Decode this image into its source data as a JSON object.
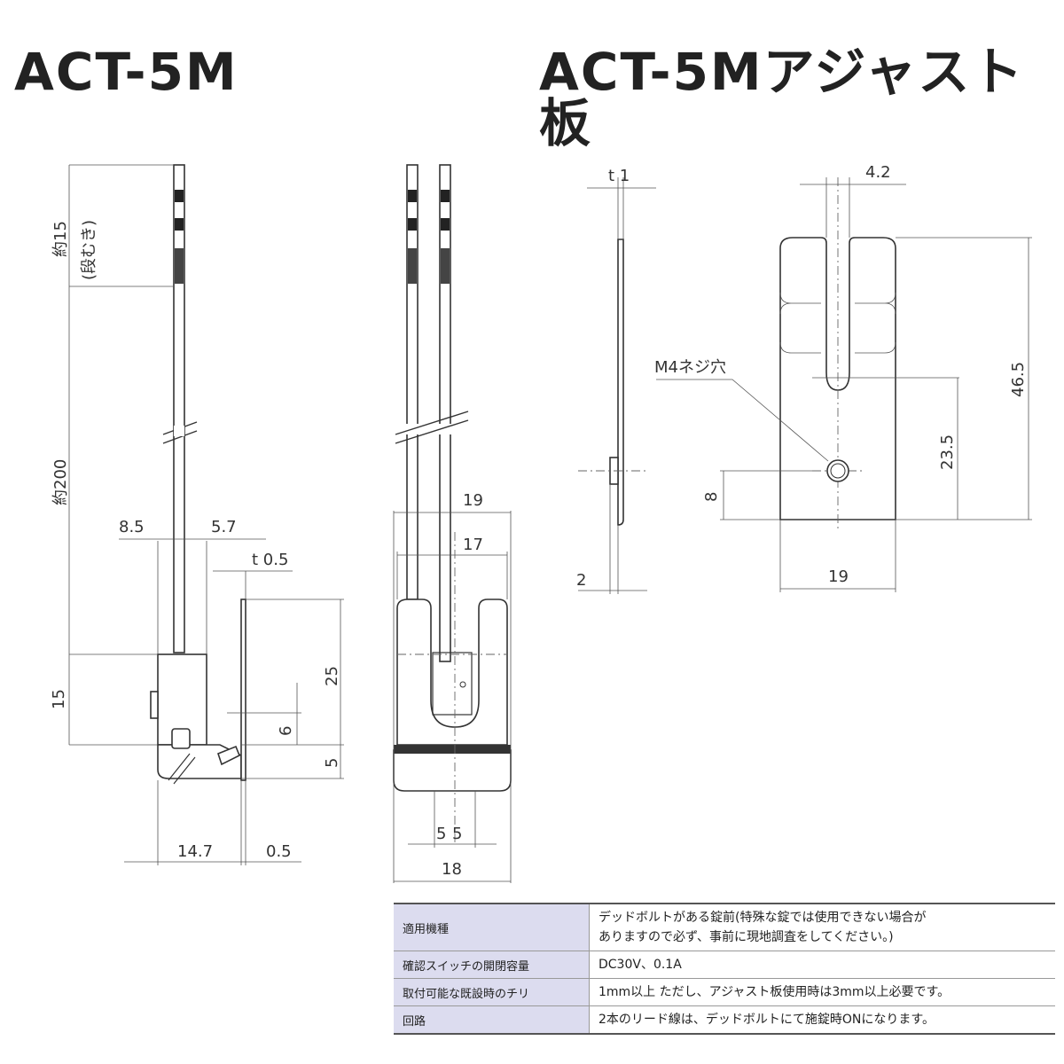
{
  "titles": {
    "left": "ACT-5M",
    "right": "ACT-5Mアジャスト板"
  },
  "dims_left": {
    "approx15": "約15",
    "stripped": "(段むき)",
    "approx200": "約200",
    "d8_5": "8.5",
    "d5_7": "5.7",
    "t0_5": "t 0.5",
    "d25": "25",
    "d15": "15",
    "d6": "6",
    "d5": "5",
    "d14_7": "14.7",
    "d0_5": "0.5"
  },
  "dims_front": {
    "d19": "19",
    "d17": "17",
    "d5a": "5",
    "d5b": "5",
    "d18": "18"
  },
  "dims_plate": {
    "t1": "t 1",
    "d2": "2",
    "d4_2": "4.2",
    "hole_label": "M4ネジ穴",
    "d46_5": "46.5",
    "d23_5": "23.5",
    "d8": "8",
    "d19": "19"
  },
  "spec_table": [
    {
      "label": "適用機種",
      "lines": [
        "デッドボルトがある錠前(特殊な錠では使用できない場合が",
        "ありますので必ず、事前に現地調査をしてください。)"
      ]
    },
    {
      "label": "確認スイッチの開閉容量",
      "lines": [
        "DC30V、0.1A"
      ]
    },
    {
      "label": "取付可能な既設時のチリ",
      "lines": [
        "1mm以上 ただし、アジャスト板使用時は3mm以上必要です。"
      ]
    },
    {
      "label": "回路",
      "lines": [
        "2本のリード線は、デッドボルトにて施錠時ONになります。"
      ]
    }
  ]
}
